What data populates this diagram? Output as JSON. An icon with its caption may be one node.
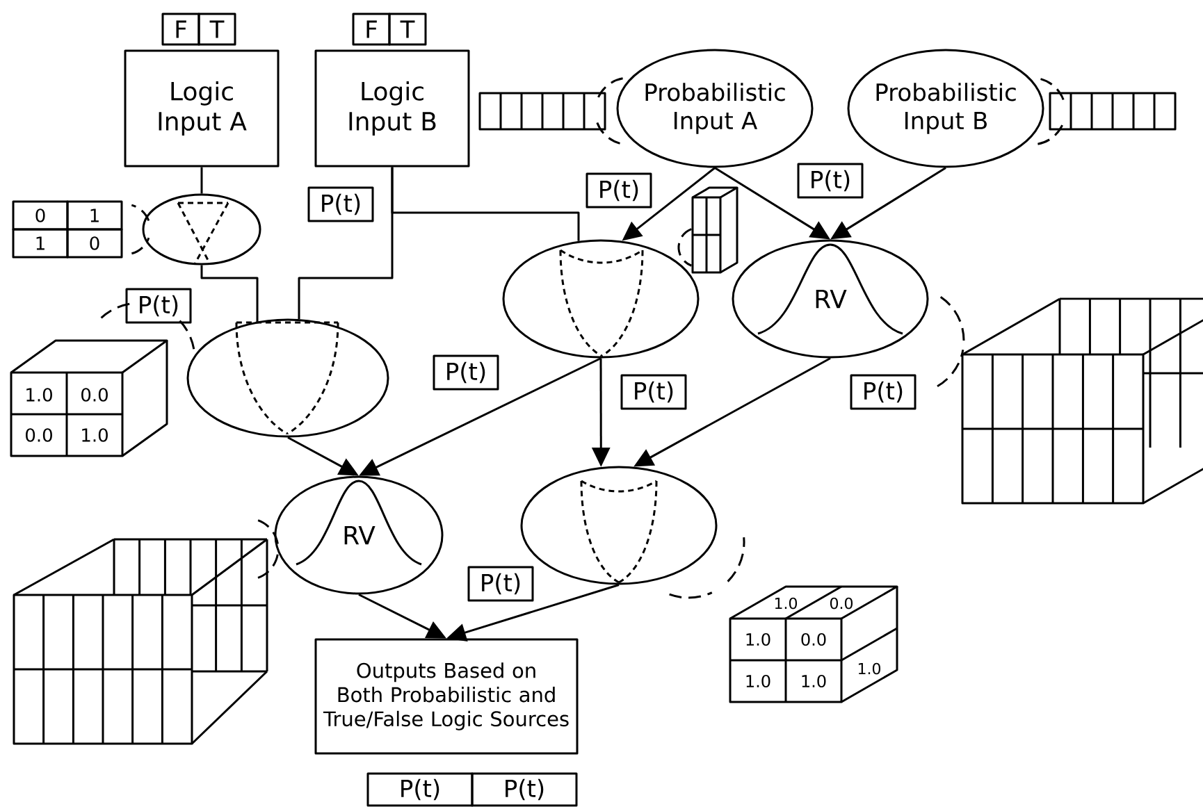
{
  "diagram": {
    "nodes": [
      {
        "text": [
          "Logic Input A"
        ],
        "beside": [
          "F",
          "T"
        ]
      },
      {
        "text": [
          "Logic Input B"
        ],
        "beside": [
          "F",
          "T"
        ]
      },
      {
        "text": [
          "Probabilistic Input A"
        ]
      },
      {
        "text": [
          "Probabilistic Input B"
        ]
      },
      {
        "text": [],
        "shape": "ellipse"
      },
      {
        "text": [],
        "shape": "ellipse"
      },
      {
        "text": [],
        "shape": "ellipse"
      },
      {
        "text": [
          "RV"
        ]
      },
      {
        "text": [
          "RV"
        ]
      },
      {
        "text": [],
        "shape": "ellipse"
      },
      {
        "text": [
          "Outputs Based on Both Probabilistic and True/False Logic Sources"
        ]
      }
    ],
    "edges": [
      {
        "from": 0,
        "to": 4,
        "arrow": "none"
      },
      {
        "from": 4,
        "to": 5,
        "arrow": "none"
      },
      {
        "from": 1,
        "to": 5,
        "arrow": "none",
        "label": "P(t)"
      },
      {
        "from": 1,
        "to": 6,
        "arrow": "none"
      },
      {
        "from": 2,
        "to": 6,
        "arrow": "to",
        "label": "P(t)"
      },
      {
        "from": 2,
        "to": 7,
        "arrow": "to",
        "label": "P(t)"
      },
      {
        "from": 3,
        "to": 7,
        "arrow": "to"
      },
      {
        "from": 5,
        "to": 8,
        "arrow": "to"
      },
      {
        "from": 6,
        "to": 8,
        "arrow": "to",
        "label": "P(t)"
      },
      {
        "from": 6,
        "to": 9,
        "arrow": "to",
        "label": "P(t)"
      },
      {
        "from": 7,
        "to": 9,
        "arrow": "to",
        "label": "P(t)"
      },
      {
        "from": 8,
        "to": 10,
        "arrow": "to"
      },
      {
        "from": 9,
        "to": 10,
        "arrow": "to",
        "label": "P(t)"
      }
    ],
    "labels": [
      "0",
      "1",
      "1",
      "0",
      "P(t)",
      "1.0",
      "0.0",
      "0.0",
      "1.0",
      "1.0",
      "0.0",
      "1.0",
      "0.0",
      "1.0",
      "1.0",
      "1.0",
      "P(t)",
      "P(t)"
    ]
  }
}
